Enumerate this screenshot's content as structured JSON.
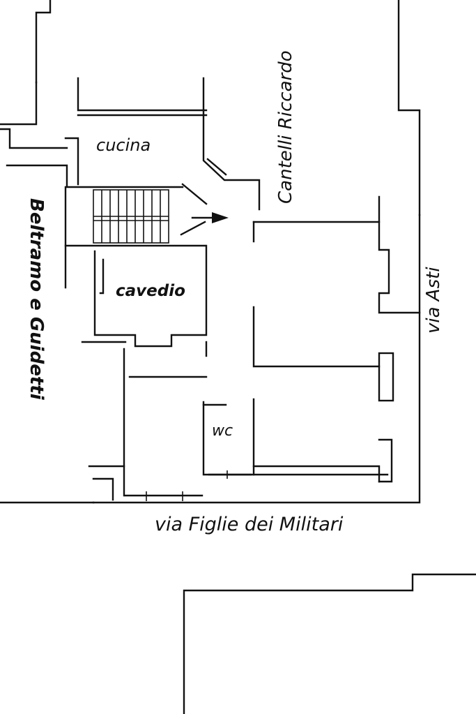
{
  "rooms": {
    "kitchen": "cucina",
    "light_well": "cavedio",
    "wc": "wc"
  },
  "neighbours": {
    "north_east": "Cantelli Riccardo",
    "west": "Beltramo e Guidetti"
  },
  "streets": {
    "east": "via Asti",
    "south": "via Figlie dei Militari"
  }
}
